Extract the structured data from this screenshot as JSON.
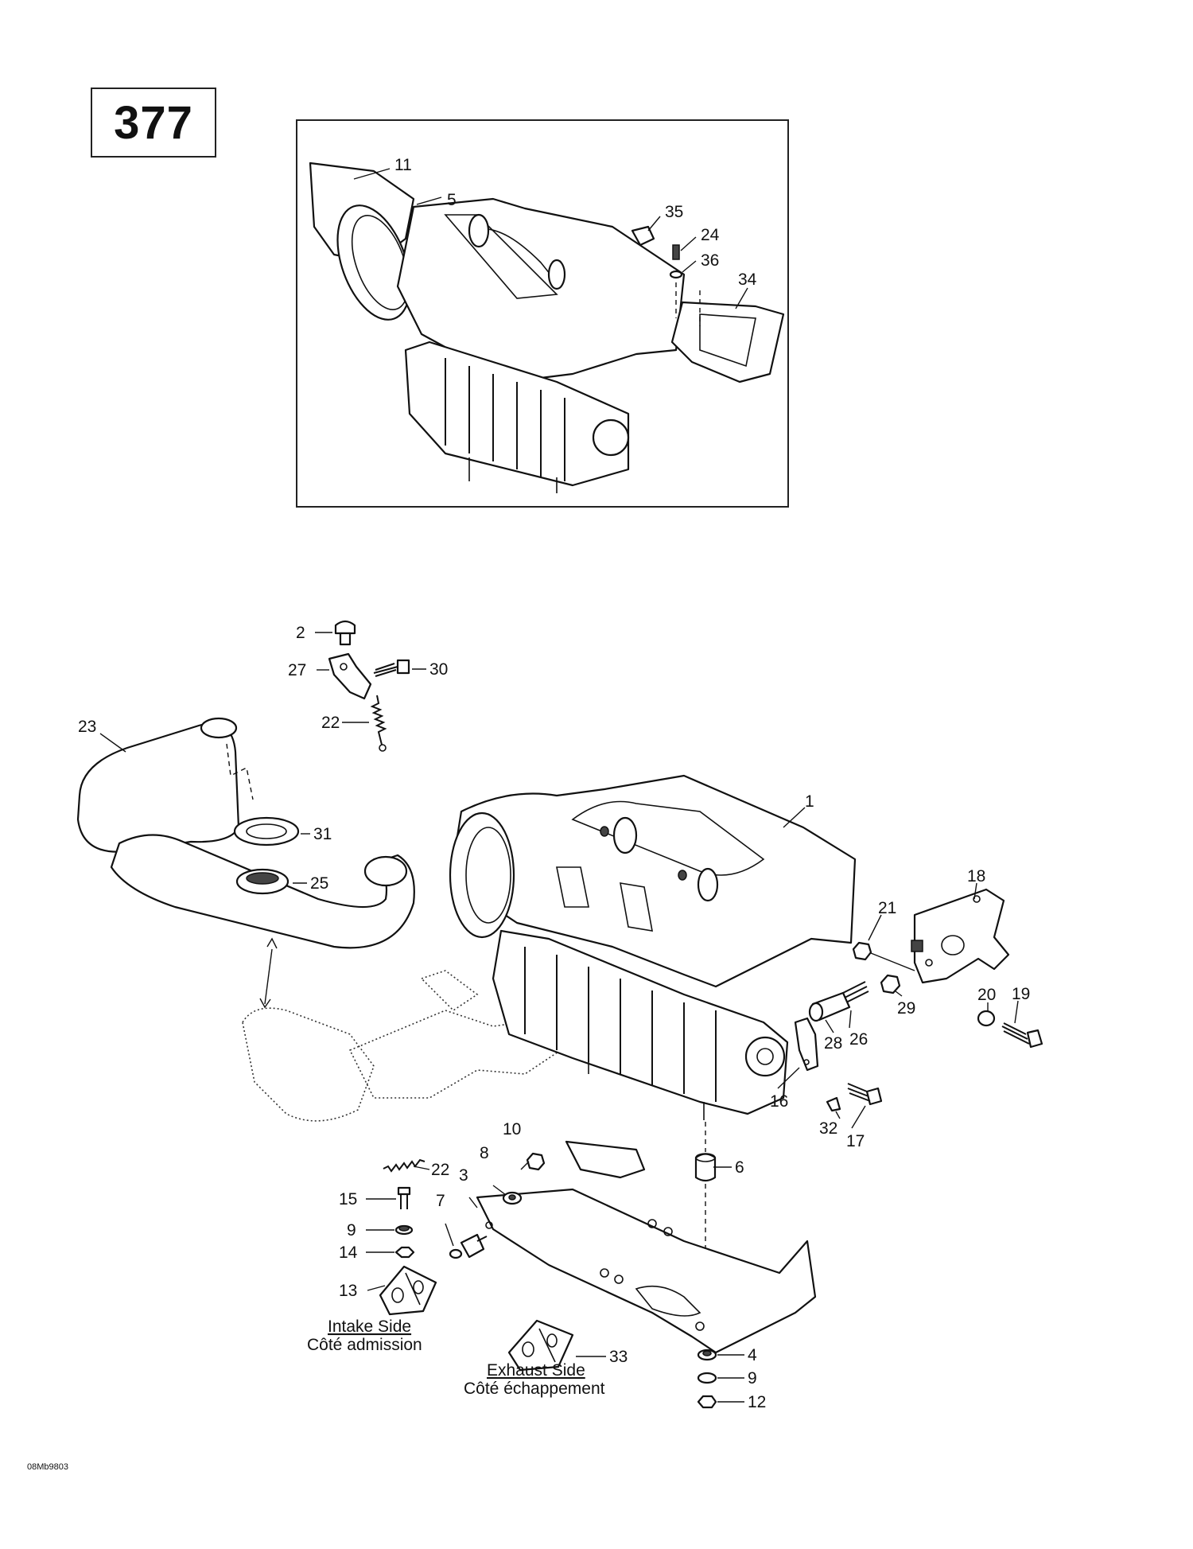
{
  "page_number": "377",
  "drawing_code": "08Mb9803",
  "labels": {
    "intake_en": "Intake Side",
    "intake_fr": "Côté admission",
    "exhaust_en": "Exhaust Side",
    "exhaust_fr": "Côté échappement"
  },
  "callouts": {
    "c1": "1",
    "c2": "2",
    "c3": "3",
    "c4": "4",
    "c5": "5",
    "c6": "6",
    "c7": "7",
    "c8": "8",
    "c9a": "9",
    "c9b": "9",
    "c10": "10",
    "c11": "11",
    "c12": "12",
    "c13": "13",
    "c14": "14",
    "c15": "15",
    "c16": "16",
    "c17": "17",
    "c18": "18",
    "c19": "19",
    "c20": "20",
    "c21": "21",
    "c22a": "22",
    "c22b": "22",
    "c23": "23",
    "c24": "24",
    "c25": "25",
    "c26": "26",
    "c27": "27",
    "c28": "28",
    "c29": "29",
    "c30": "30",
    "c31": "31",
    "c32": "32",
    "c33": "33",
    "c34": "34",
    "c35": "35",
    "c36": "36"
  }
}
